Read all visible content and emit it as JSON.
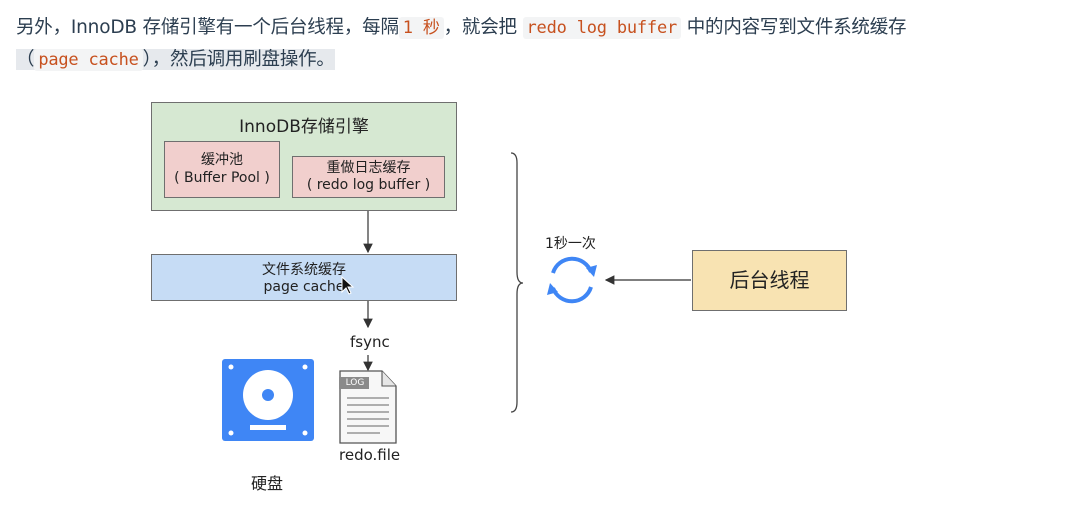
{
  "paragraph": {
    "line1_a": "另外，InnoDB 存储引擎有一个后台线程，每隔",
    "code_interval": "1 秒",
    "line1_b": "，就会把",
    "code_buffer": "redo log buffer",
    "line1_c": "中的内容写到文件系统缓存",
    "line2_open": "（",
    "code_cache": "page cache",
    "line2_rest": "），然后调用刷盘操作。"
  },
  "diagram": {
    "engine_title": "InnoDB存储引擎",
    "buffer_pool": {
      "line1": "缓冲池",
      "line2": "( Buffer Pool )"
    },
    "redo_buffer": {
      "line1": "重做日志缓存",
      "line2": "( redo log buffer )"
    },
    "page_cache": {
      "line1": "文件系统缓存",
      "line2": "page cache"
    },
    "fsync_label": "fsync",
    "interval_label": "1秒一次",
    "background_thread": "后台线程",
    "disk_label": "硬盘",
    "log_tag": "LOG",
    "file_label": "redo.file"
  },
  "colors": {
    "engine_fill": "#d6e8d2",
    "buffer_fill": "#f1cfcd",
    "cache_fill": "#c6dcf5",
    "thread_fill": "#f8e3b2",
    "disk_blue": "#3f86f5",
    "code_text": "#c7511f"
  },
  "icons": [
    "refresh-cycle-icon",
    "hard-disk-icon",
    "log-file-icon",
    "mouse-cursor-icon"
  ]
}
